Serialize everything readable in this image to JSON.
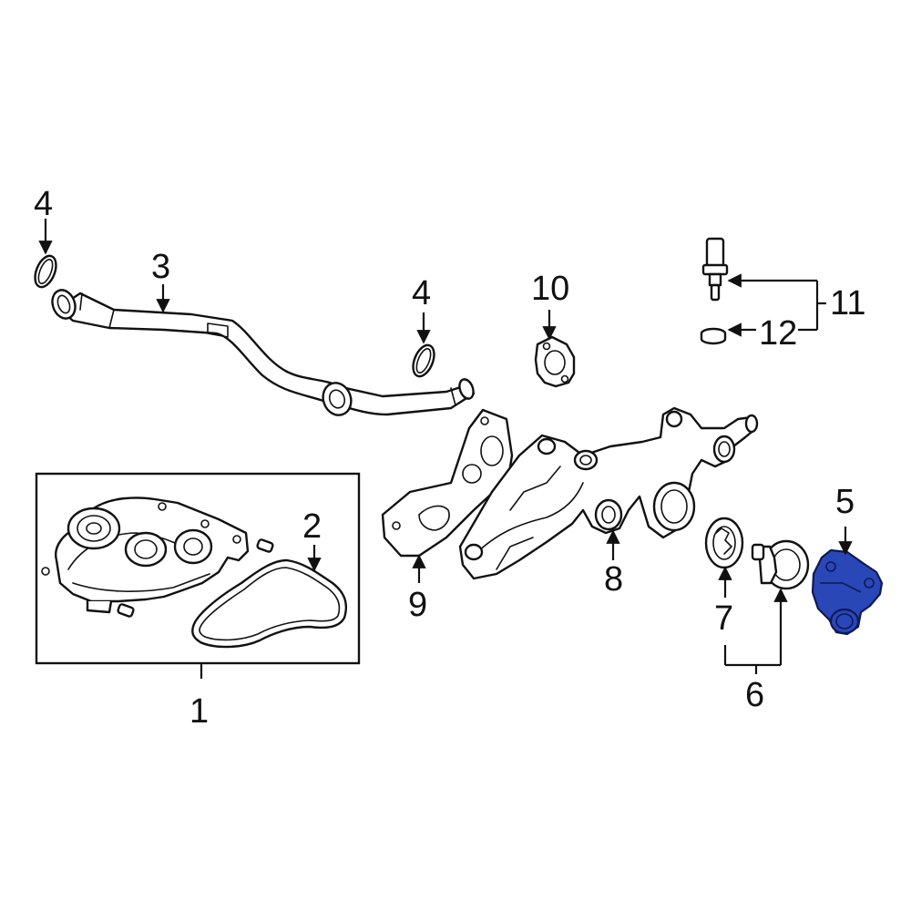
{
  "callouts": {
    "c1": "1",
    "c2": "2",
    "c3": "3",
    "c4a": "4",
    "c4b": "4",
    "c5": "5",
    "c6": "6",
    "c7": "7",
    "c8": "8",
    "c9": "9",
    "c10": "10",
    "c11": "11",
    "c12": "12"
  },
  "highlight_color": "#2a47b8",
  "line_color": "#111111"
}
